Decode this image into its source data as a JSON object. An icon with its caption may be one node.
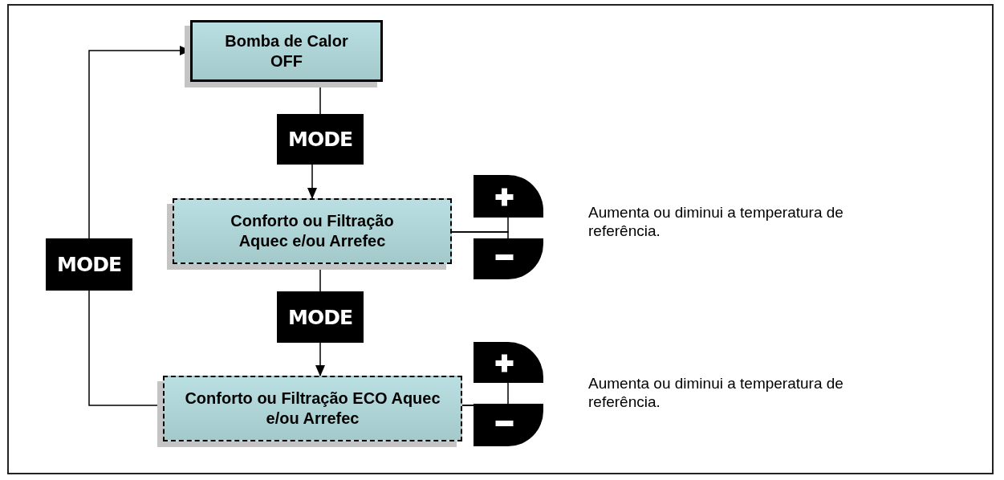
{
  "diagram": {
    "nodes": [
      {
        "text": [
          "Bomba de Calor OFF"
        ]
      },
      {
        "text": [
          "MODE"
        ]
      },
      {
        "text": [
          "Conforto ou Filtração Aquec e/ou Arrefec"
        ]
      },
      {
        "text": [
          "MODE"
        ]
      },
      {
        "text": [
          "Conforto ou Filtração ECO Aquec e/ou Arrefec"
        ]
      },
      {
        "text": [
          "MODE"
        ]
      },
      {
        "text": [],
        "shape": "button"
      },
      {
        "text": [],
        "shape": "button"
      },
      {
        "text": [],
        "shape": "button"
      },
      {
        "text": [],
        "shape": "button"
      }
    ],
    "edges": [
      {
        "from": 0,
        "to": 1,
        "arrow": "none"
      },
      {
        "from": 1,
        "to": 2,
        "arrow": "to"
      },
      {
        "from": 2,
        "to": 3,
        "arrow": "none"
      },
      {
        "from": 3,
        "to": 4,
        "arrow": "to"
      },
      {
        "from": 4,
        "to": 5,
        "arrow": "none"
      },
      {
        "from": 5,
        "to": 0,
        "arrow": "to"
      },
      {
        "from": 2,
        "to": 6,
        "arrow": "none"
      },
      {
        "from": 2,
        "to": 7,
        "arrow": "none"
      },
      {
        "from": 4,
        "to": 8,
        "arrow": "none"
      },
      {
        "from": 4,
        "to": 9,
        "arrow": "none"
      }
    ],
    "labels": [
      "Aumenta ou diminui a temperatura de referência.",
      "Aumenta ou diminui a temperatura de referência."
    ]
  }
}
